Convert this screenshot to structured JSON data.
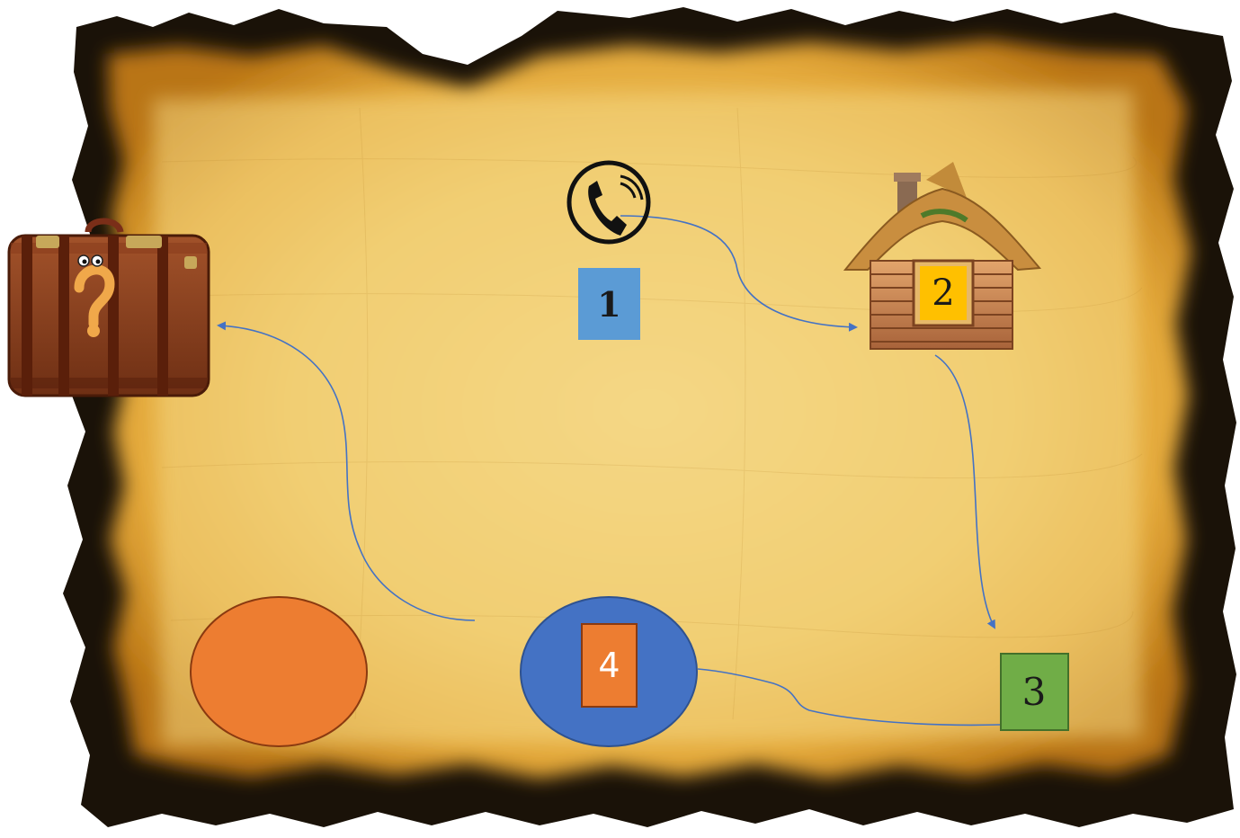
{
  "map": {
    "steps": [
      {
        "id": "1",
        "label": "1",
        "color": "#5b9bd5"
      },
      {
        "id": "2",
        "label": "2",
        "color": "#ffc000"
      },
      {
        "id": "3",
        "label": "3",
        "color": "#70ad47"
      },
      {
        "id": "4",
        "label": "4",
        "color": "#ed7d31"
      }
    ],
    "colors": {
      "parchment": "#f0c865",
      "burnt_edge": "#1a1208",
      "arrow": "#4472c4",
      "orange": "#ed7d31",
      "blue": "#4472c4"
    },
    "icons": [
      "suitcase-icon",
      "phone-icon",
      "hut-icon"
    ]
  }
}
